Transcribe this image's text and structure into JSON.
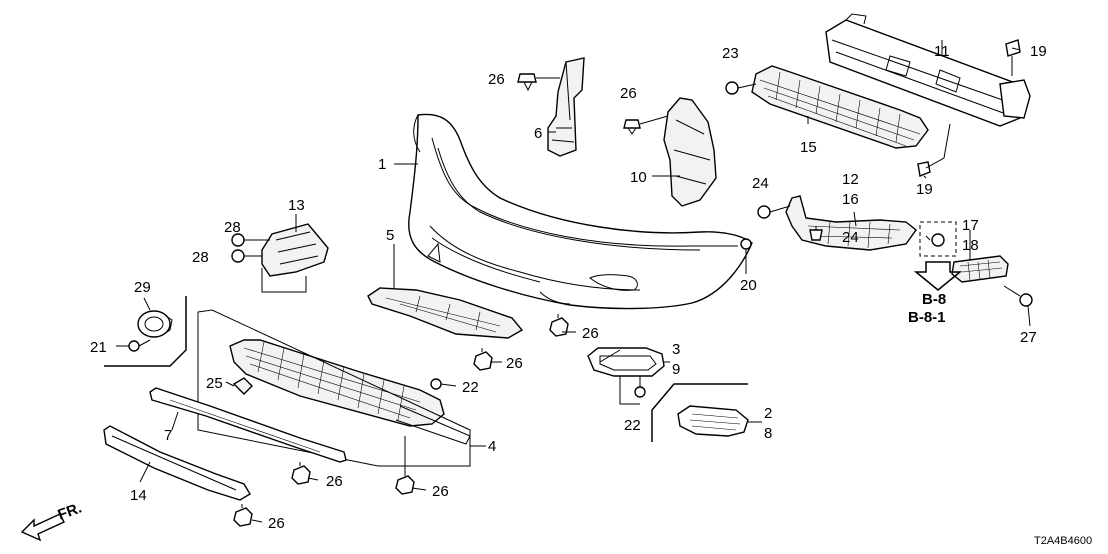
{
  "diagram": {
    "code": "T2A4B4600",
    "direction_label": "FR.",
    "ref_labels": [
      "B-8",
      "B-8-1"
    ],
    "callouts": {
      "c1": "1",
      "c2": "2",
      "c3": "3",
      "c4": "4",
      "c5": "5",
      "c6": "6",
      "c7": "7",
      "c8": "8",
      "c9": "9",
      "c10": "10",
      "c11": "11",
      "c12": "12",
      "c13": "13",
      "c14": "14",
      "c15": "15",
      "c16": "16",
      "c17": "17",
      "c18": "18",
      "c19": "19",
      "c20": "20",
      "c21": "21",
      "c22": "22",
      "c23": "23",
      "c24": "24",
      "c25": "25",
      "c26": "26",
      "c27": "27",
      "c28": "28",
      "c29": "29"
    }
  }
}
